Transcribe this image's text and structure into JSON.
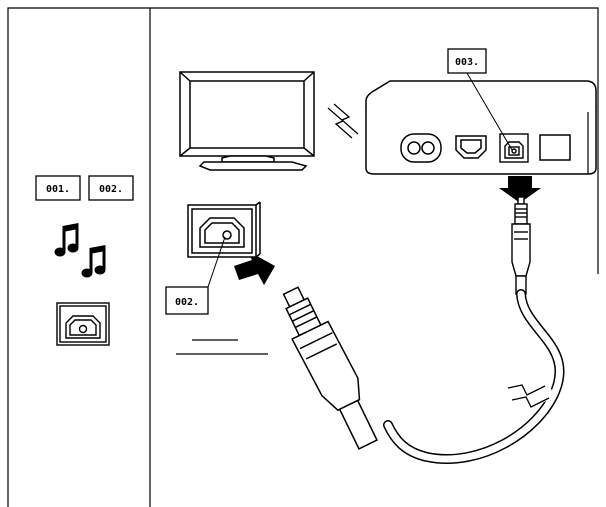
{
  "left_panel": {
    "labels": [
      "001.",
      "002."
    ],
    "music_icon": "music-notes-icon",
    "port_icon": "optical-port-icon"
  },
  "diagram": {
    "callout_box": "003.",
    "callout_port": "002."
  },
  "colors": {
    "line": "#000000",
    "fill": "#ffffff",
    "shade": "#e8e8e8"
  }
}
